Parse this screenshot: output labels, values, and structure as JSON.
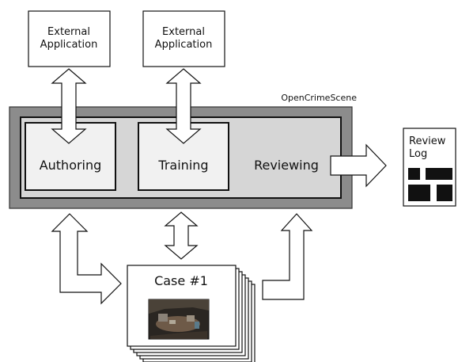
{
  "system": {
    "title": "OpenCrimeScene"
  },
  "external_apps": [
    {
      "line1": "External",
      "line2": "Application"
    },
    {
      "line1": "External",
      "line2": "Application"
    }
  ],
  "modules": {
    "authoring": "Authoring",
    "training": "Training",
    "reviewing": "Reviewing"
  },
  "review_log": {
    "line1": "Review",
    "line2": "Log"
  },
  "case": {
    "title": "Case #1",
    "stack_depth": 6
  }
}
